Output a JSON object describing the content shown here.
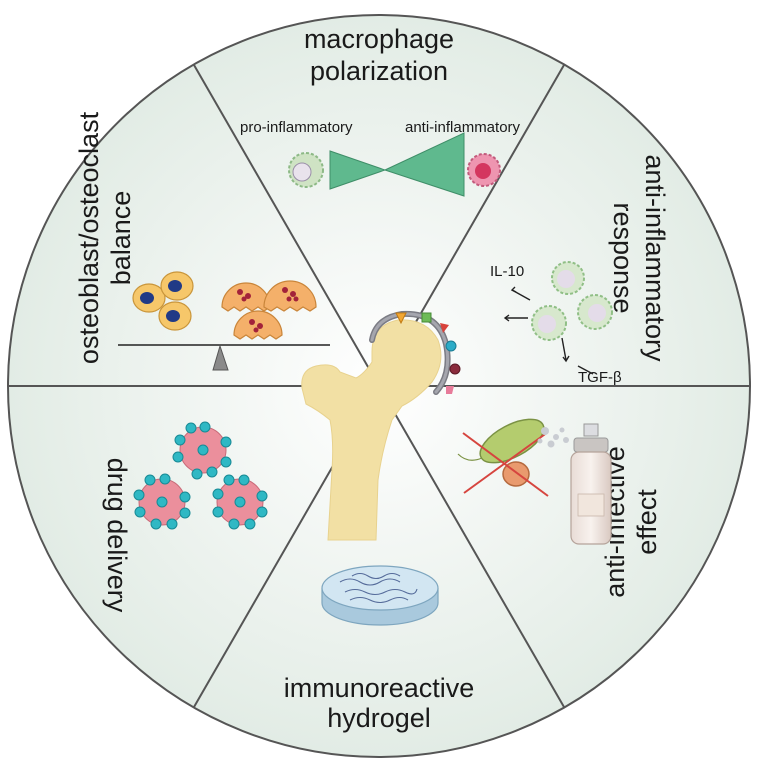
{
  "segments": {
    "top": {
      "lines": [
        "macrophage",
        "polarization"
      ],
      "left_label": "pro-inflammatory",
      "right_label": "anti-inflammatory"
    },
    "upper_right": {
      "lines": [
        "anti-inflammatory",
        "response"
      ],
      "cytokines": [
        "IL-10",
        "TGF-β"
      ]
    },
    "lower_right": {
      "lines": [
        "anti-infective",
        "effect"
      ]
    },
    "bottom": {
      "lines": [
        "immunoreactive",
        "hydrogel"
      ]
    },
    "lower_left": {
      "lines": [
        "drug delivery"
      ]
    },
    "upper_left": {
      "lines": [
        "osteoblast/osteoclast",
        "balance"
      ]
    }
  },
  "icons": [
    "femur-bone-icon",
    "implant-coating-icon",
    "macrophage-cell-icon",
    "balance-scale-icon",
    "bacteria-icon",
    "spray-bottle-icon",
    "hydrogel-disc-icon",
    "nanoparticle-icon"
  ],
  "colors": {
    "wheel_fill": "#e6efe9",
    "wheel_center": "#ffffff",
    "divider": "#555555",
    "bone": "#f2e0a4",
    "triangle": "#5fb98e",
    "cell_green": "#bcd9b0",
    "cell_pink": "#e0557c"
  }
}
